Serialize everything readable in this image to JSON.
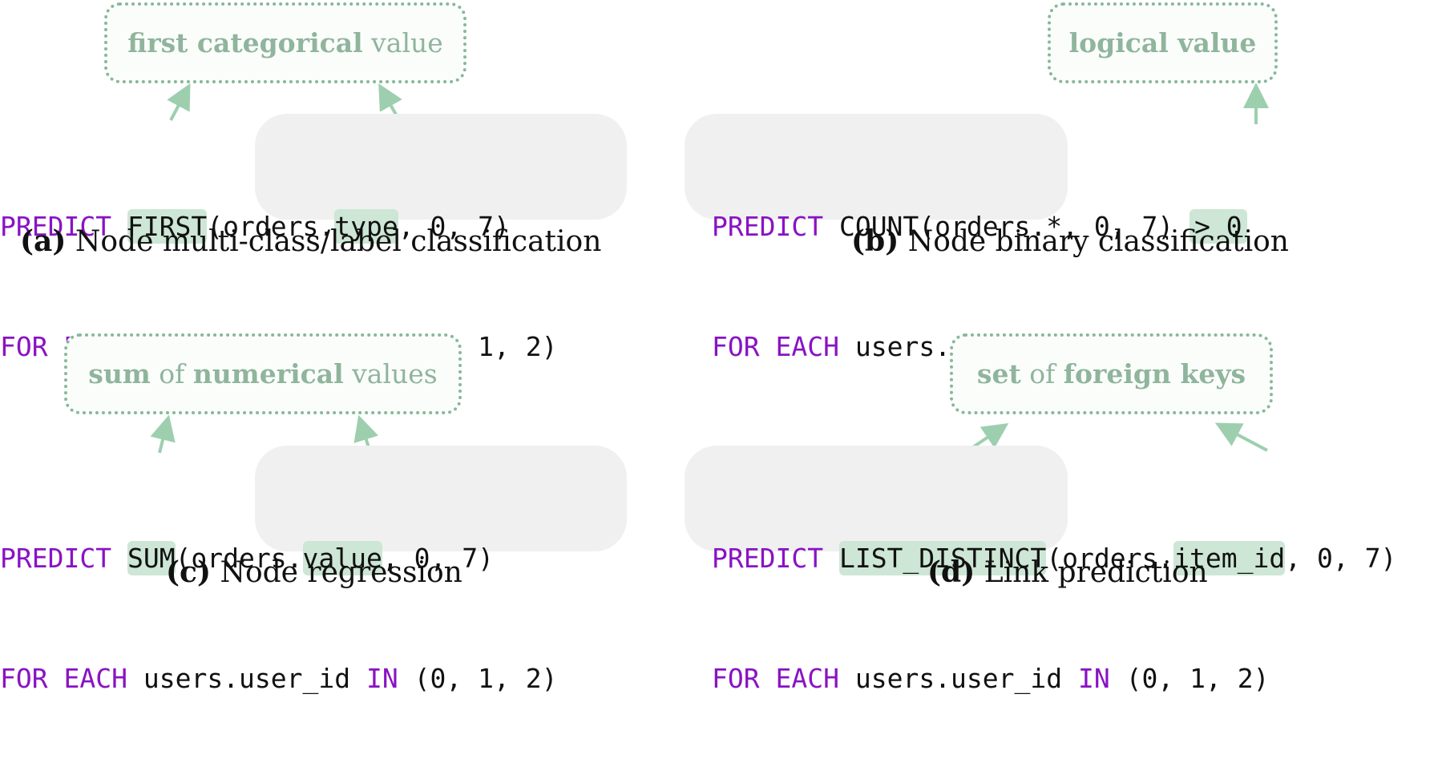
{
  "keywords": {
    "predict": "PREDICT",
    "for": "FOR",
    "each": "EACH",
    "in": "IN"
  },
  "common": {
    "for_each_target": "users.user_id",
    "in_list": "(0, 1, 2)"
  },
  "panels": {
    "a": {
      "box_parts": [
        {
          "text": "first categorical",
          "bold": true
        },
        {
          "text": " value",
          "bold": false
        }
      ],
      "fn": "FIRST",
      "mid": "(orders.",
      "col": "type",
      "tail": ", 0, 7)",
      "caption_label": "(a)",
      "caption_text": " Node multi-class/label classification"
    },
    "b": {
      "box_parts": [
        {
          "text": "logical value",
          "bold": true
        }
      ],
      "fn": "COUNT",
      "mid": "(orders.*, 0, 7)",
      "cond": "> 0",
      "caption_label": "(b)",
      "caption_text": " Node binary classification"
    },
    "c": {
      "box_parts": [
        {
          "text": "sum",
          "bold": true
        },
        {
          "text": " of ",
          "bold": false
        },
        {
          "text": "numerical",
          "bold": true
        },
        {
          "text": " values",
          "bold": false
        }
      ],
      "fn": "SUM",
      "mid": "(orders.",
      "col": "value",
      "tail": ", 0, 7)",
      "caption_label": "(c)",
      "caption_text": " Node regression"
    },
    "d": {
      "box_parts": [
        {
          "text": "set",
          "bold": true
        },
        {
          "text": " of ",
          "bold": false
        },
        {
          "text": "foreign keys",
          "bold": true
        }
      ],
      "fn": "LIST_DISTINCT",
      "mid": "(orders.",
      "col": "item_id",
      "tail": ", 0, 7)",
      "caption_label": "(d)",
      "caption_text": " Link prediction"
    }
  },
  "colors": {
    "keyword": "#8a12c4",
    "highlight": "#cde6d5",
    "box_border": "#86b89a",
    "arrow": "#9dcfae",
    "panel_bg": "#f0f0f0"
  }
}
